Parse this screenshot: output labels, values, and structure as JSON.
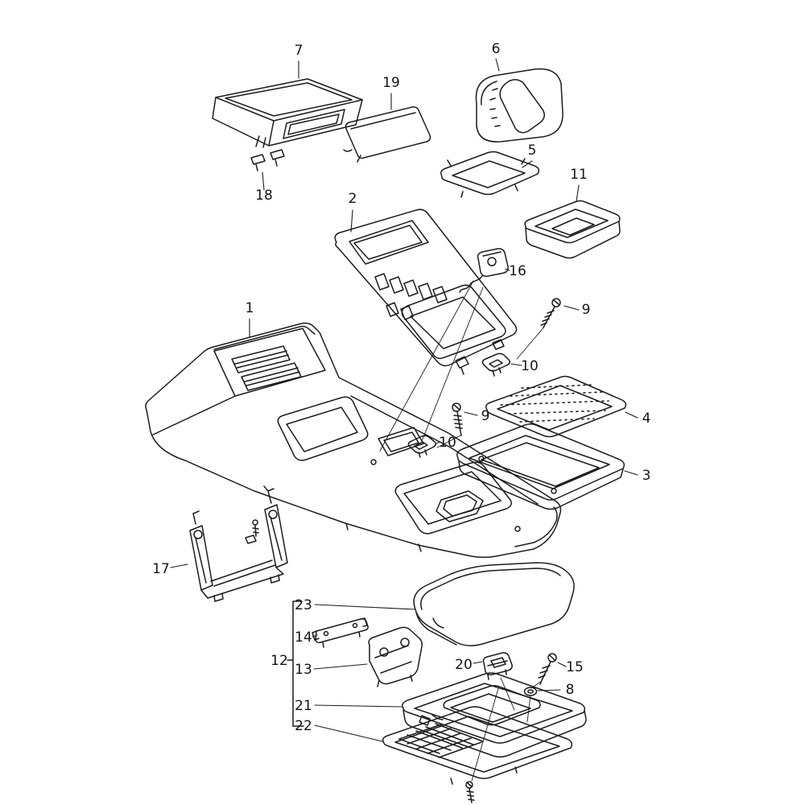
{
  "diagram": {
    "kind": "exploded-parts-diagram",
    "background": "#ffffff",
    "line_color": "#1c1c1c",
    "label_color": "#151515",
    "part_labels": [
      {
        "num": "7"
      },
      {
        "num": "19"
      },
      {
        "num": "6"
      },
      {
        "num": "18"
      },
      {
        "num": "2"
      },
      {
        "num": "5"
      },
      {
        "num": "11"
      },
      {
        "num": "16"
      },
      {
        "num": "9"
      },
      {
        "num": "10"
      },
      {
        "num": "1"
      },
      {
        "num": "4"
      },
      {
        "num": "9"
      },
      {
        "num": "10"
      },
      {
        "num": "3"
      },
      {
        "num": "17"
      },
      {
        "num": "23"
      },
      {
        "num": "14"
      },
      {
        "num": "12"
      },
      {
        "num": "13"
      },
      {
        "num": "20"
      },
      {
        "num": "15"
      },
      {
        "num": "8"
      },
      {
        "num": "21"
      },
      {
        "num": "22"
      }
    ]
  }
}
